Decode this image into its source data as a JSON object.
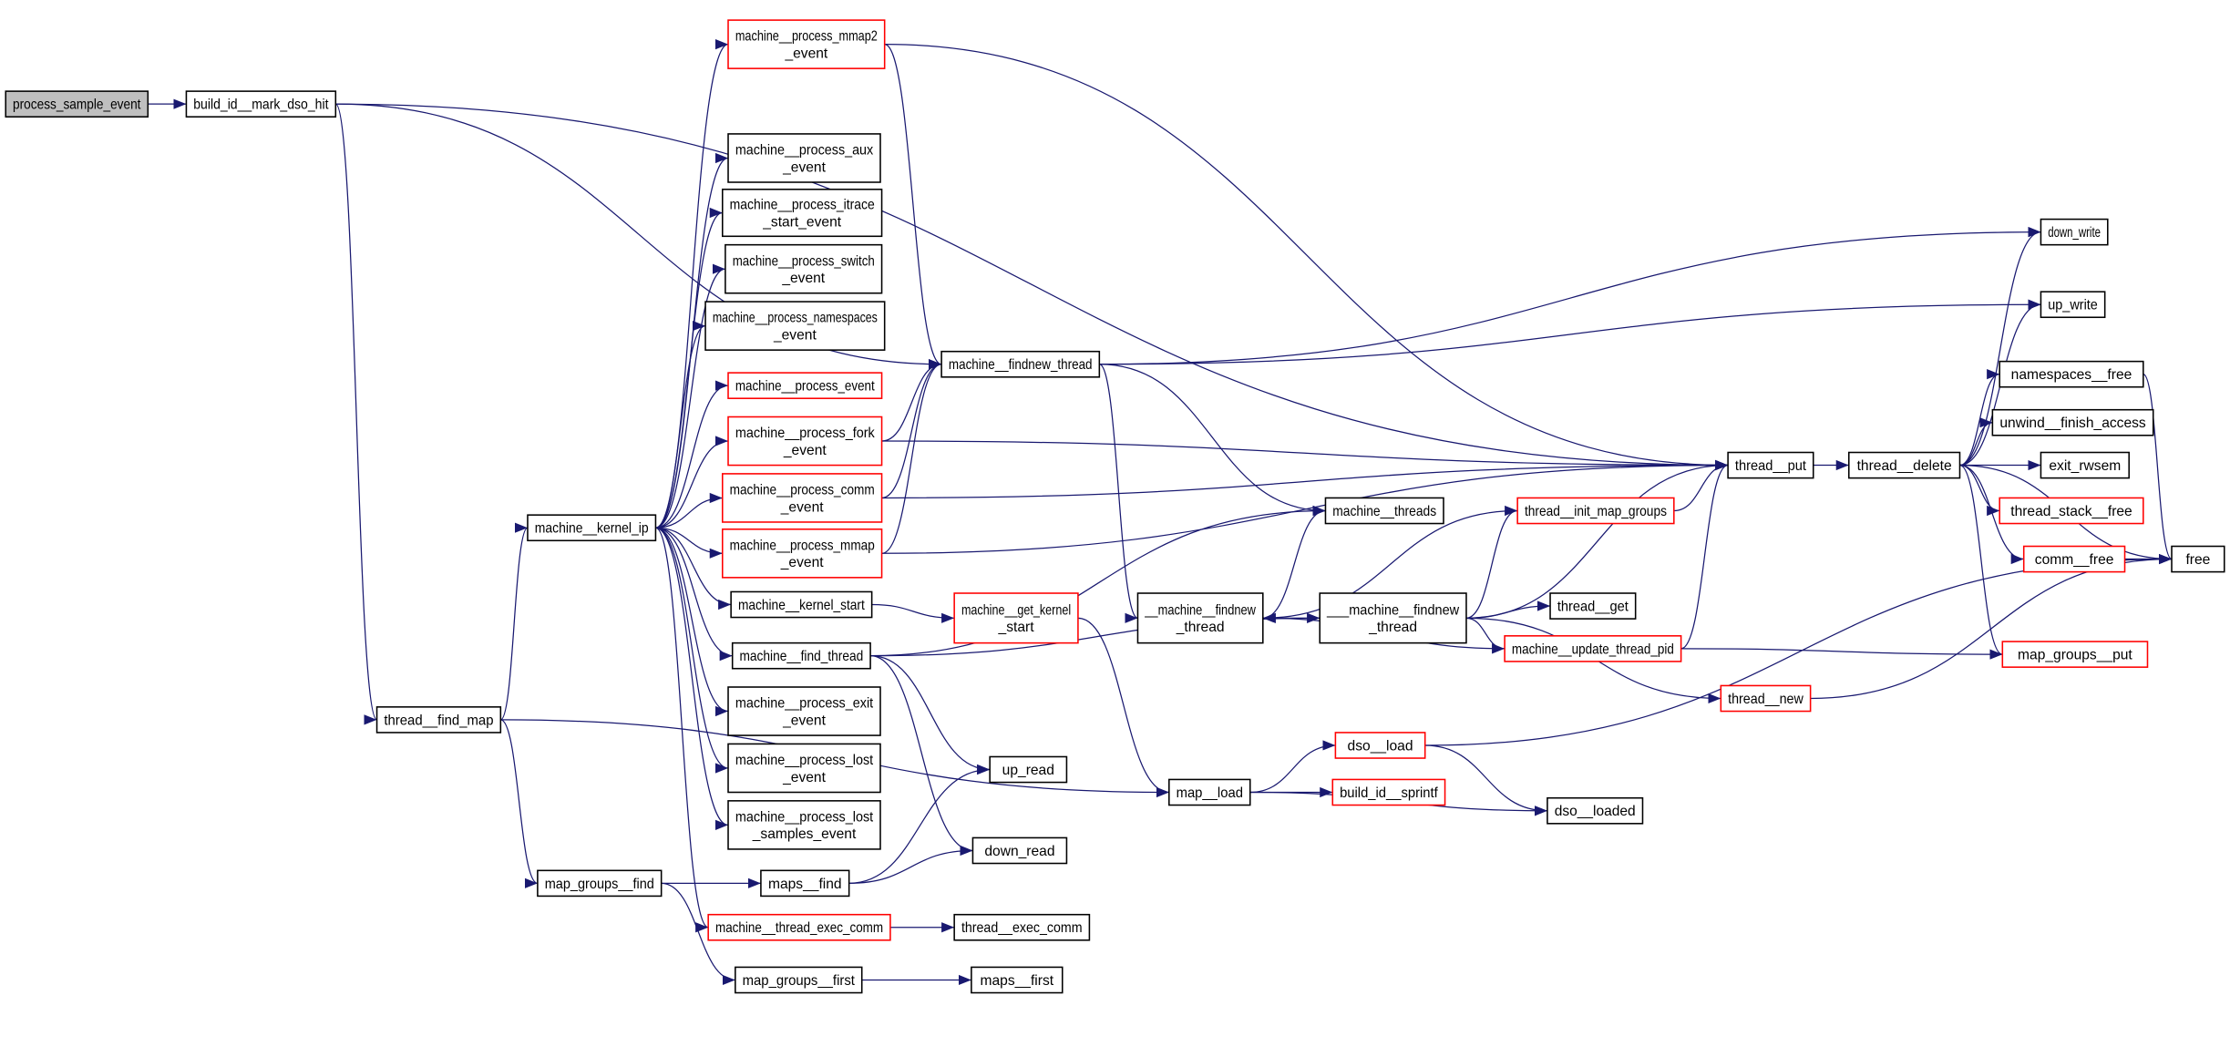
{
  "colors": {
    "edge": "#191970",
    "node_border": "#000000",
    "node_border_truncated": "#ff0000",
    "root_fill": "#bfbfbf",
    "node_fill": "#ffffff"
  },
  "nodes": [
    {
      "id": "process_sample_event",
      "lines": [
        "process_sample_event"
      ],
      "style": "root"
    },
    {
      "id": "build_id__mark_dso_hit",
      "lines": [
        "build_id__mark_dso_hit"
      ],
      "style": "normal"
    },
    {
      "id": "mmap2_event",
      "lines": [
        "machine__process_mmap2",
        "_event"
      ],
      "style": "truncated"
    },
    {
      "id": "aux_event",
      "lines": [
        "machine__process_aux",
        "_event"
      ],
      "style": "normal"
    },
    {
      "id": "itrace_event",
      "lines": [
        "machine__process_itrace",
        "_start_event"
      ],
      "style": "normal"
    },
    {
      "id": "switch_event",
      "lines": [
        "machine__process_switch",
        "_event"
      ],
      "style": "normal"
    },
    {
      "id": "namespaces_event",
      "lines": [
        "machine__process_namespaces",
        "_event"
      ],
      "style": "normal"
    },
    {
      "id": "process_event",
      "lines": [
        "machine__process_event"
      ],
      "style": "truncated"
    },
    {
      "id": "fork_event",
      "lines": [
        "machine__process_fork",
        "_event"
      ],
      "style": "truncated"
    },
    {
      "id": "comm_event",
      "lines": [
        "machine__process_comm",
        "_event"
      ],
      "style": "truncated"
    },
    {
      "id": "mmap_event",
      "lines": [
        "machine__process_mmap",
        "_event"
      ],
      "style": "truncated"
    },
    {
      "id": "machine__kernel_ip",
      "lines": [
        "machine__kernel_ip"
      ],
      "style": "normal"
    },
    {
      "id": "machine__kernel_start",
      "lines": [
        "machine__kernel_start"
      ],
      "style": "normal"
    },
    {
      "id": "machine__find_thread",
      "lines": [
        "machine__find_thread"
      ],
      "style": "normal"
    },
    {
      "id": "exit_event",
      "lines": [
        "machine__process_exit",
        "_event"
      ],
      "style": "normal"
    },
    {
      "id": "lost_event",
      "lines": [
        "machine__process_lost",
        "_event"
      ],
      "style": "normal"
    },
    {
      "id": "lost_samples_event",
      "lines": [
        "machine__process_lost",
        "_samples_event"
      ],
      "style": "normal"
    },
    {
      "id": "thread__find_map",
      "lines": [
        "thread__find_map"
      ],
      "style": "normal"
    },
    {
      "id": "map_groups__find",
      "lines": [
        "map_groups__find"
      ],
      "style": "normal"
    },
    {
      "id": "maps__find",
      "lines": [
        "maps__find"
      ],
      "style": "normal"
    },
    {
      "id": "machine__thread_exec_comm",
      "lines": [
        "machine__thread_exec_comm"
      ],
      "style": "truncated"
    },
    {
      "id": "map_groups__first",
      "lines": [
        "map_groups__first"
      ],
      "style": "normal"
    },
    {
      "id": "machine__findnew_thread",
      "lines": [
        "machine__findnew_thread"
      ],
      "style": "normal"
    },
    {
      "id": "machine__threads",
      "lines": [
        "machine__threads"
      ],
      "style": "normal"
    },
    {
      "id": "thread__init_map_groups",
      "lines": [
        "thread__init_map_groups"
      ],
      "style": "truncated"
    },
    {
      "id": "thread__put",
      "lines": [
        "thread__put"
      ],
      "style": "normal"
    },
    {
      "id": "thread__delete",
      "lines": [
        "thread__delete"
      ],
      "style": "normal"
    },
    {
      "id": "machine__get_kernel_start",
      "lines": [
        "machine__get_kernel",
        "_start"
      ],
      "style": "truncated"
    },
    {
      "id": "__machine__findnew_thread",
      "lines": [
        "__machine__findnew",
        "_thread"
      ],
      "style": "normal"
    },
    {
      "id": "___machine__findnew_thread",
      "lines": [
        "___machine__findnew",
        "_thread"
      ],
      "style": "normal"
    },
    {
      "id": "thread__get",
      "lines": [
        "thread__get"
      ],
      "style": "normal"
    },
    {
      "id": "machine__update_thread_pid",
      "lines": [
        "machine__update_thread_pid"
      ],
      "style": "truncated"
    },
    {
      "id": "thread__new",
      "lines": [
        "thread__new"
      ],
      "style": "truncated"
    },
    {
      "id": "up_read",
      "lines": [
        "up_read"
      ],
      "style": "normal"
    },
    {
      "id": "down_read",
      "lines": [
        "down_read"
      ],
      "style": "normal"
    },
    {
      "id": "thread__exec_comm",
      "lines": [
        "thread__exec_comm"
      ],
      "style": "normal"
    },
    {
      "id": "maps__first",
      "lines": [
        "maps__first"
      ],
      "style": "normal"
    },
    {
      "id": "map__load",
      "lines": [
        "map__load"
      ],
      "style": "normal"
    },
    {
      "id": "dso__load",
      "lines": [
        "dso__load"
      ],
      "style": "truncated"
    },
    {
      "id": "build_id__sprintf",
      "lines": [
        "build_id__sprintf"
      ],
      "style": "truncated"
    },
    {
      "id": "dso__loaded",
      "lines": [
        "dso__loaded"
      ],
      "style": "normal"
    },
    {
      "id": "down_write",
      "lines": [
        "down_write"
      ],
      "style": "normal"
    },
    {
      "id": "up_write",
      "lines": [
        "up_write"
      ],
      "style": "normal"
    },
    {
      "id": "namespaces__free",
      "lines": [
        "namespaces__free"
      ],
      "style": "normal"
    },
    {
      "id": "unwind__finish_access",
      "lines": [
        "unwind__finish_access"
      ],
      "style": "normal"
    },
    {
      "id": "exit_rwsem",
      "lines": [
        "exit_rwsem"
      ],
      "style": "normal"
    },
    {
      "id": "thread_stack__free",
      "lines": [
        "thread_stack__free"
      ],
      "style": "truncated"
    },
    {
      "id": "comm__free",
      "lines": [
        "comm__free"
      ],
      "style": "truncated"
    },
    {
      "id": "free",
      "lines": [
        "free"
      ],
      "style": "normal"
    },
    {
      "id": "map_groups__put",
      "lines": [
        "map_groups__put"
      ],
      "style": "truncated"
    }
  ],
  "edges": [
    [
      "process_sample_event",
      "build_id__mark_dso_hit"
    ],
    [
      "build_id__mark_dso_hit",
      "thread__put"
    ],
    [
      "build_id__mark_dso_hit",
      "machine__findnew_thread"
    ],
    [
      "build_id__mark_dso_hit",
      "thread__find_map"
    ],
    [
      "thread__find_map",
      "machine__kernel_ip"
    ],
    [
      "thread__find_map",
      "map_groups__find"
    ],
    [
      "thread__find_map",
      "map__load"
    ],
    [
      "machine__kernel_ip",
      "mmap2_event"
    ],
    [
      "machine__kernel_ip",
      "aux_event"
    ],
    [
      "machine__kernel_ip",
      "itrace_event"
    ],
    [
      "machine__kernel_ip",
      "switch_event"
    ],
    [
      "machine__kernel_ip",
      "namespaces_event"
    ],
    [
      "machine__kernel_ip",
      "process_event"
    ],
    [
      "machine__kernel_ip",
      "fork_event"
    ],
    [
      "machine__kernel_ip",
      "comm_event"
    ],
    [
      "machine__kernel_ip",
      "mmap_event"
    ],
    [
      "machine__kernel_ip",
      "machine__kernel_start"
    ],
    [
      "machine__kernel_ip",
      "machine__find_thread"
    ],
    [
      "machine__kernel_ip",
      "exit_event"
    ],
    [
      "machine__kernel_ip",
      "lost_event"
    ],
    [
      "machine__kernel_ip",
      "lost_samples_event"
    ],
    [
      "machine__kernel_ip",
      "machine__thread_exec_comm"
    ],
    [
      "mmap2_event",
      "machine__findnew_thread"
    ],
    [
      "mmap2_event",
      "thread__put"
    ],
    [
      "fork_event",
      "machine__findnew_thread"
    ],
    [
      "fork_event",
      "thread__put"
    ],
    [
      "comm_event",
      "machine__findnew_thread"
    ],
    [
      "comm_event",
      "thread__put"
    ],
    [
      "mmap_event",
      "machine__findnew_thread"
    ],
    [
      "mmap_event",
      "thread__put"
    ],
    [
      "machine__kernel_start",
      "machine__get_kernel_start"
    ],
    [
      "machine__get_kernel_start",
      "map__load"
    ],
    [
      "machine__find_thread",
      "machine__threads"
    ],
    [
      "machine__find_thread",
      "___machine__findnew_thread"
    ],
    [
      "machine__find_thread",
      "up_read"
    ],
    [
      "machine__find_thread",
      "down_read"
    ],
    [
      "map_groups__find",
      "maps__find"
    ],
    [
      "map_groups__find",
      "map_groups__first"
    ],
    [
      "maps__find",
      "up_read"
    ],
    [
      "maps__find",
      "down_read"
    ],
    [
      "map_groups__first",
      "maps__first"
    ],
    [
      "machine__thread_exec_comm",
      "thread__exec_comm"
    ],
    [
      "machine__findnew_thread",
      "down_write"
    ],
    [
      "machine__findnew_thread",
      "up_write"
    ],
    [
      "machine__findnew_thread",
      "machine__threads"
    ],
    [
      "machine__findnew_thread",
      "__machine__findnew_thread"
    ],
    [
      "__machine__findnew_thread",
      "machine__threads"
    ],
    [
      "__machine__findnew_thread",
      "___machine__findnew_thread"
    ],
    [
      "___machine__findnew_thread",
      "thread__init_map_groups"
    ],
    [
      "___machine__findnew_thread",
      "thread__put"
    ],
    [
      "___machine__findnew_thread",
      "thread__get"
    ],
    [
      "___machine__findnew_thread",
      "machine__update_thread_pid"
    ],
    [
      "___machine__findnew_thread",
      "thread__new"
    ],
    [
      "thread__init_map_groups",
      "thread__put"
    ],
    [
      "thread__init_map_groups",
      "__machine__findnew_thread"
    ],
    [
      "machine__update_thread_pid",
      "__machine__findnew_thread"
    ],
    [
      "machine__update_thread_pid",
      "thread__put"
    ],
    [
      "machine__update_thread_pid",
      "map_groups__put"
    ],
    [
      "thread__new",
      "free"
    ],
    [
      "map__load",
      "dso__load"
    ],
    [
      "map__load",
      "build_id__sprintf"
    ],
    [
      "map__load",
      "dso__loaded"
    ],
    [
      "dso__load",
      "free"
    ],
    [
      "dso__load",
      "dso__loaded"
    ],
    [
      "thread__put",
      "thread__delete"
    ],
    [
      "thread__delete",
      "down_write"
    ],
    [
      "thread__delete",
      "up_write"
    ],
    [
      "thread__delete",
      "namespaces__free"
    ],
    [
      "thread__delete",
      "unwind__finish_access"
    ],
    [
      "thread__delete",
      "exit_rwsem"
    ],
    [
      "thread__delete",
      "thread_stack__free"
    ],
    [
      "thread__delete",
      "comm__free"
    ],
    [
      "thread__delete",
      "free"
    ],
    [
      "thread__delete",
      "map_groups__put"
    ],
    [
      "namespaces__free",
      "free"
    ],
    [
      "comm__free",
      "free"
    ]
  ]
}
